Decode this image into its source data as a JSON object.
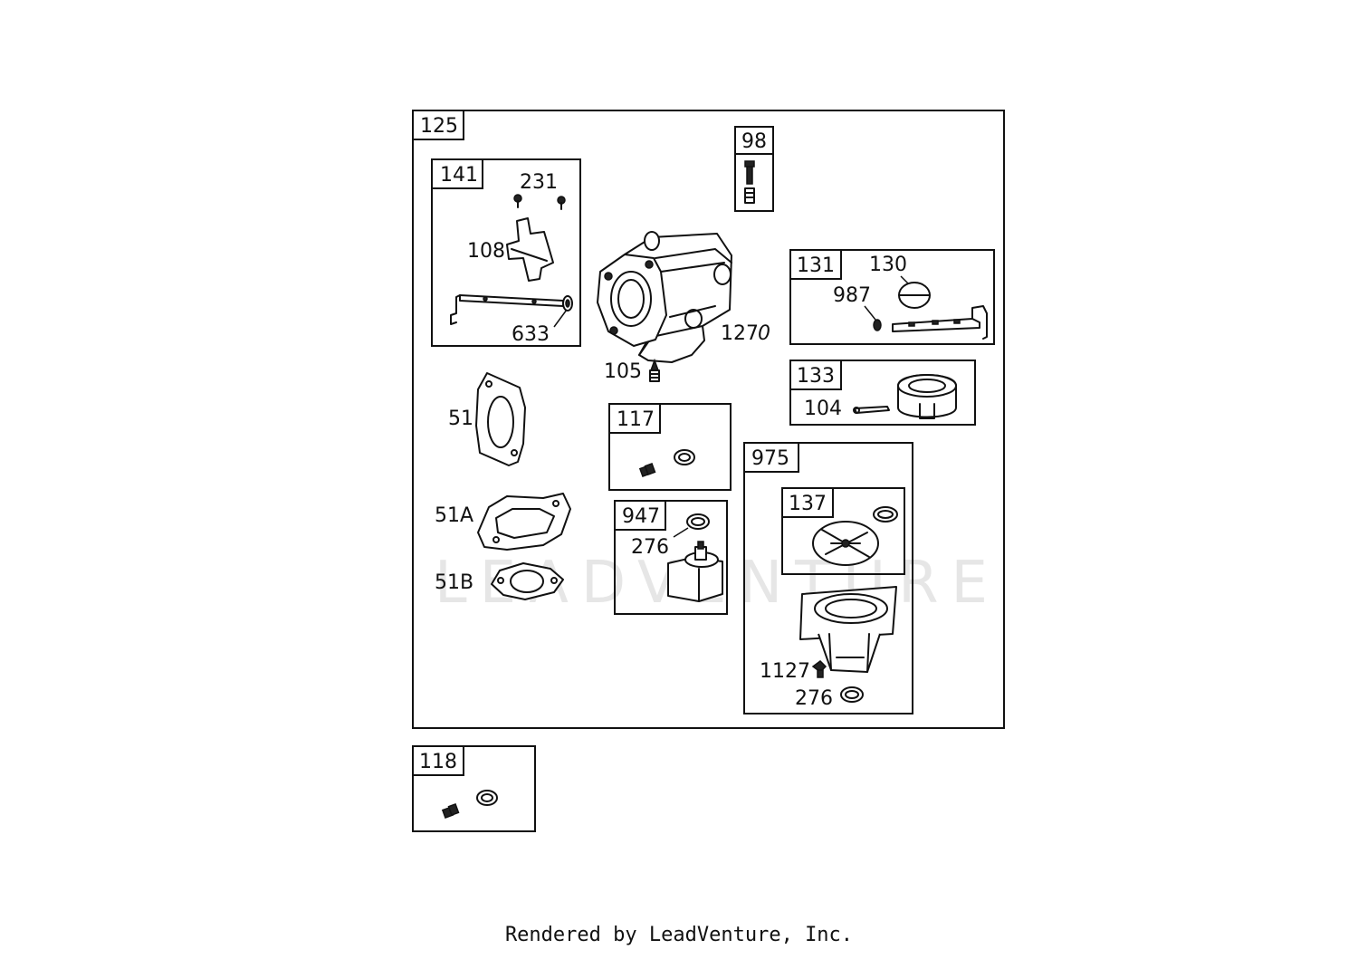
{
  "watermark": "LEADVENTURE",
  "footer": "Rendered by LeadVenture, Inc.",
  "callouts": {
    "main_assembly": "125",
    "screws": "98",
    "throttle_kit": "141",
    "screw_231": "231",
    "plate_108": "108",
    "shaft_633": "633",
    "carburetor": "127",
    "carburetor_suffix": "0",
    "float_kit": "131",
    "float_130": "130",
    "pin_987": "987",
    "float_kit_133": "133",
    "pin_104": "104",
    "needle_105": "105",
    "gasket_51": "51",
    "gasket_51a": "51A",
    "gasket_51b": "51B",
    "kit_117": "117",
    "kit_947": "947",
    "washer_276_a": "276",
    "kit_975": "975",
    "kit_137": "137",
    "screw_1127": "1127",
    "washer_276_b": "276",
    "kit_118": "118"
  }
}
